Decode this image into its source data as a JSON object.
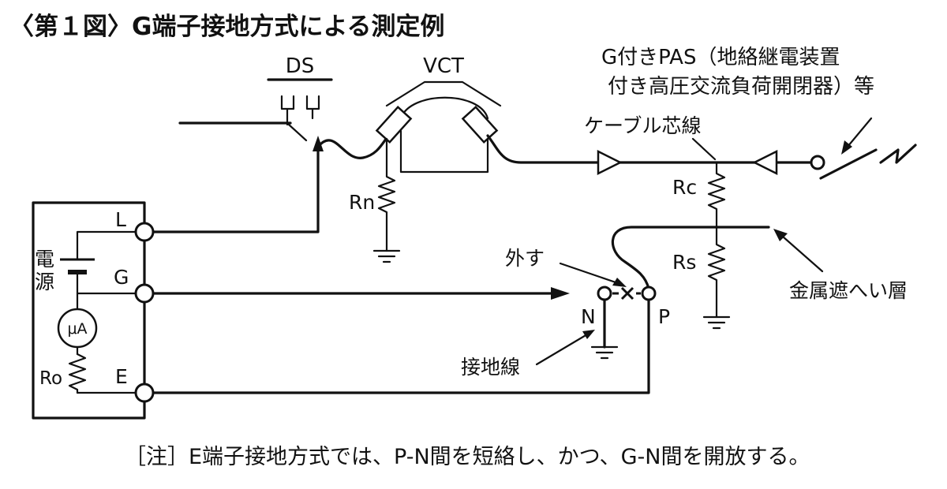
{
  "title": "〈第１図〉G端子接地方式による測定例",
  "note": "［注］E端子接地方式では、P-N間を短絡し、かつ、G-N間を開放する。",
  "labels": {
    "ds": "DS",
    "vct": "VCT",
    "pas_line1": "G付きPAS（地絡継電装置",
    "pas_line2": "付き高圧交流負荷開閉器）等",
    "cable_core": "ケーブル芯線",
    "rc": "Rc",
    "rs": "Rs",
    "rn": "Rn",
    "metal_shield": "金属遮へい層",
    "remove": "外す",
    "ground_wire": "接地線",
    "n": "N",
    "p": "P",
    "l": "L",
    "g": "G",
    "e": "E",
    "power_1": "電",
    "power_2": "源",
    "ammeter": "μA",
    "ro": "Ro"
  }
}
